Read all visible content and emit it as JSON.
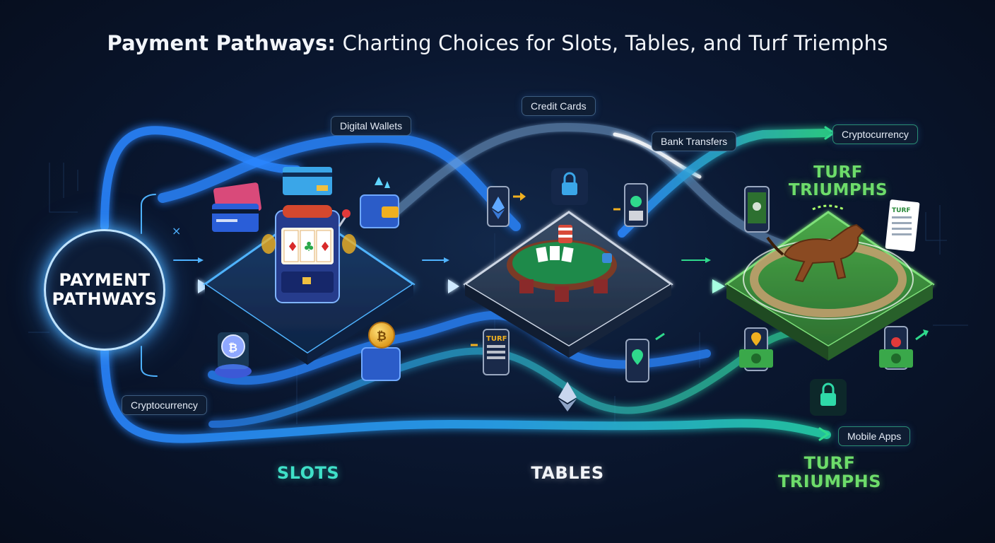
{
  "title": {
    "bold": "Payment Pathways:",
    "rest": " Charting Choices for Slots, Tables, and Turf Triemphs"
  },
  "hub": {
    "label": "PAYMENT PATHWAYS"
  },
  "tags": {
    "digital_wallets": "Digital Wallets",
    "credit_cards": "Credit Cards",
    "bank_transfers": "Bank Transfers",
    "cryptocurrency_top": "Cryptocurrency",
    "cryptocurrency_left": "Cryptocurrency",
    "mobile_apps": "Mobile Apps"
  },
  "sections": {
    "slots": "SLOTS",
    "tables": "TABLES",
    "turf_bottom": "TURF TRIUMPHS",
    "turf_top": "TURF TRIUMPHS"
  },
  "icons": {
    "phone_screen_text": "TURF",
    "ticket_text": "TURF"
  },
  "colors": {
    "background": "#0a1730",
    "blue_path": "#2a86ff",
    "teal_path": "#27d3a8",
    "green_platform": "#3c8f3a",
    "slots_label": "#3fe0c8",
    "turf_label": "#6ddc6a",
    "coin": "#f0b020",
    "glow": "#4fb3ff"
  }
}
